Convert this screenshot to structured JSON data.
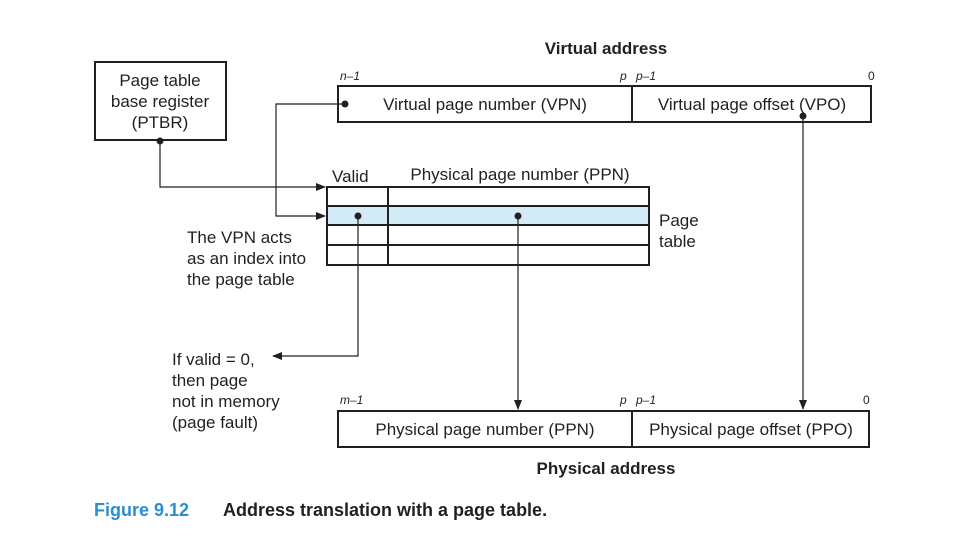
{
  "virtual_address": {
    "title": "Virtual address",
    "bit_high": "n–1",
    "bit_p": "p",
    "bit_p_minus_1": "p–1",
    "bit_zero": "0",
    "vpn_label": "Virtual page number (VPN)",
    "vpo_label": "Virtual page offset (VPO)"
  },
  "ptbr": {
    "line1": "Page table",
    "line2": "base register",
    "line3": "(PTBR)"
  },
  "page_table": {
    "valid_header": "Valid",
    "ppn_header": "Physical page number (PPN)",
    "label_line1": "Page",
    "label_line2": "table",
    "rows": 4,
    "highlight_row": 1
  },
  "vpn_note": {
    "line1": "The VPN acts",
    "line2": "as an index into",
    "line3": "the page table"
  },
  "fault_note": {
    "line1": "If valid = 0,",
    "line2": "then page",
    "line3": "not in memory",
    "line4": "(page fault)"
  },
  "physical_address": {
    "title": "Physical address",
    "bit_high": "m–1",
    "bit_p": "p",
    "bit_p_minus_1": "p–1",
    "bit_zero": "0",
    "ppn_label": "Physical page number (PPN)",
    "ppo_label": "Physical page offset (PPO)"
  },
  "caption": {
    "number": "Figure 9.12",
    "text": "Address translation with a page table."
  },
  "colors": {
    "highlight": "#d3ebf7",
    "caption_accent": "#2a8ed1",
    "ink": "#231f20"
  }
}
